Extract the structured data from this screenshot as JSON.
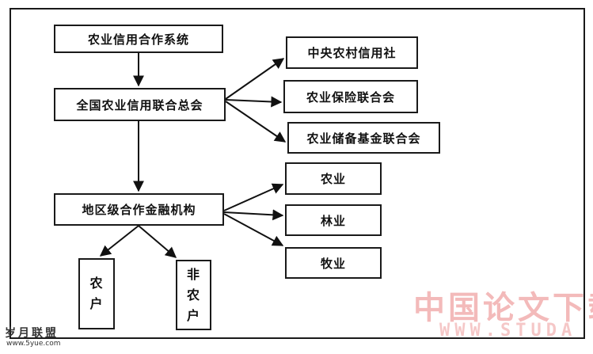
{
  "diagram": {
    "nodes": {
      "system": "农业信用合作系统",
      "national_union": "全国农业信用联合总会",
      "central_coop": "中央农村信用社",
      "insurance_union": "农业保险联合会",
      "reserve_fund_union": "农业储备基金联合会",
      "regional_institutions": "地区级合作金融机构",
      "agriculture": "农业",
      "forestry": "林业",
      "animal_husbandry": "牧业",
      "farm_household_chars": [
        "农",
        "户"
      ],
      "non_farm_household_chars": [
        "非",
        "农",
        "户"
      ]
    }
  },
  "watermarks": {
    "cn_site": "中国论文下载",
    "url_fragment": "WWW.STUDA",
    "corner_site": "岁月联盟",
    "corner_url": "www.5yue.com"
  }
}
